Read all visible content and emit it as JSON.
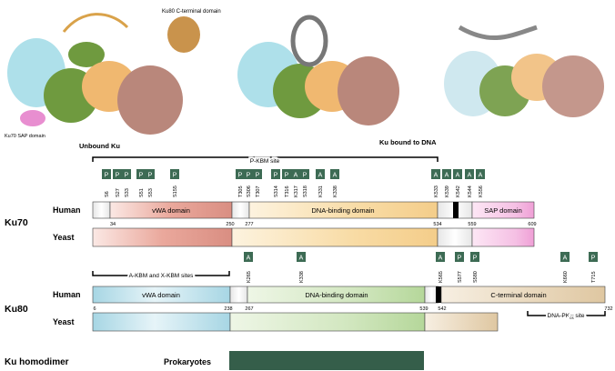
{
  "structures": {
    "ku80_c_terminal_label": "Ku80 C-terminal domain",
    "ku70_sap_label": "Ku70 SAP domain",
    "unbound_title": "Unbound Ku",
    "bound_title": "Ku bound to DNA"
  },
  "ku70": {
    "label": "Ku70",
    "human_label": "Human",
    "yeast_label": "Yeast",
    "pkbm_label": "P-KBM site",
    "domains": [
      {
        "name": "vWA domain"
      },
      {
        "name": "DNA-binding domain"
      },
      {
        "name": "SAP domain"
      }
    ],
    "boundaries": [
      "34",
      "250",
      "277",
      "534",
      "559",
      "609"
    ],
    "sites": [
      {
        "mod": "P",
        "residue": "S6"
      },
      {
        "mod": "P",
        "residue": "S27"
      },
      {
        "mod": "P",
        "residue": "S33"
      },
      {
        "mod": "P",
        "residue": "S51"
      },
      {
        "mod": "P",
        "residue": "S53"
      },
      {
        "mod": "P",
        "residue": "S155"
      },
      {
        "mod": "P",
        "residue": "T305"
      },
      {
        "mod": "P",
        "residue": "S306"
      },
      {
        "mod": "P",
        "residue": "T307"
      },
      {
        "mod": "P",
        "residue": "S314"
      },
      {
        "mod": "P",
        "residue": "T316"
      },
      {
        "mod": "A",
        "residue": "K317"
      },
      {
        "mod": "P",
        "residue": "S318"
      },
      {
        "mod": "A",
        "residue": "K331"
      },
      {
        "mod": "A",
        "residue": "K338"
      },
      {
        "mod": "A",
        "residue": "K533"
      },
      {
        "mod": "A",
        "residue": "K539"
      },
      {
        "mod": "A",
        "residue": "K542"
      },
      {
        "mod": "A",
        "residue": "K544"
      },
      {
        "mod": "A",
        "residue": "K556"
      }
    ]
  },
  "ku80": {
    "label": "Ku80",
    "human_label": "Human",
    "yeast_label": "Yeast",
    "akbm_label": "A-KBM and X-KBM sites",
    "dnapk_label": "DNA-PK",
    "dnapk_sub": "cs",
    "dnapk_suffix": " site",
    "domains": [
      {
        "name": "vWA domain"
      },
      {
        "name": "DNA-binding domain"
      },
      {
        "name": "C-terminal domain"
      }
    ],
    "boundaries": [
      "6",
      "238",
      "267",
      "539",
      "542",
      "732"
    ],
    "sites": [
      {
        "mod": "A",
        "residue": "K265"
      },
      {
        "mod": "A",
        "residue": "K338"
      },
      {
        "mod": "A",
        "residue": "K565"
      },
      {
        "mod": "P",
        "residue": "S577"
      },
      {
        "mod": "P",
        "residue": "S580"
      },
      {
        "mod": "A",
        "residue": "K660"
      },
      {
        "mod": "P",
        "residue": "T715"
      }
    ]
  },
  "homodimer": {
    "label": "Ku homodimer",
    "organism": "Prokaryotes"
  },
  "colors": {
    "badge": "#3d6b54",
    "vwa": "#d98e82",
    "dna": "#f4cd8a",
    "sap": "#ef9fd6",
    "ku80_vwa": "#a7d6e4",
    "ku80_dna": "#b5d79a",
    "ku80_cterm": "#dfc7a1",
    "prokaryote": "#355e4a"
  }
}
